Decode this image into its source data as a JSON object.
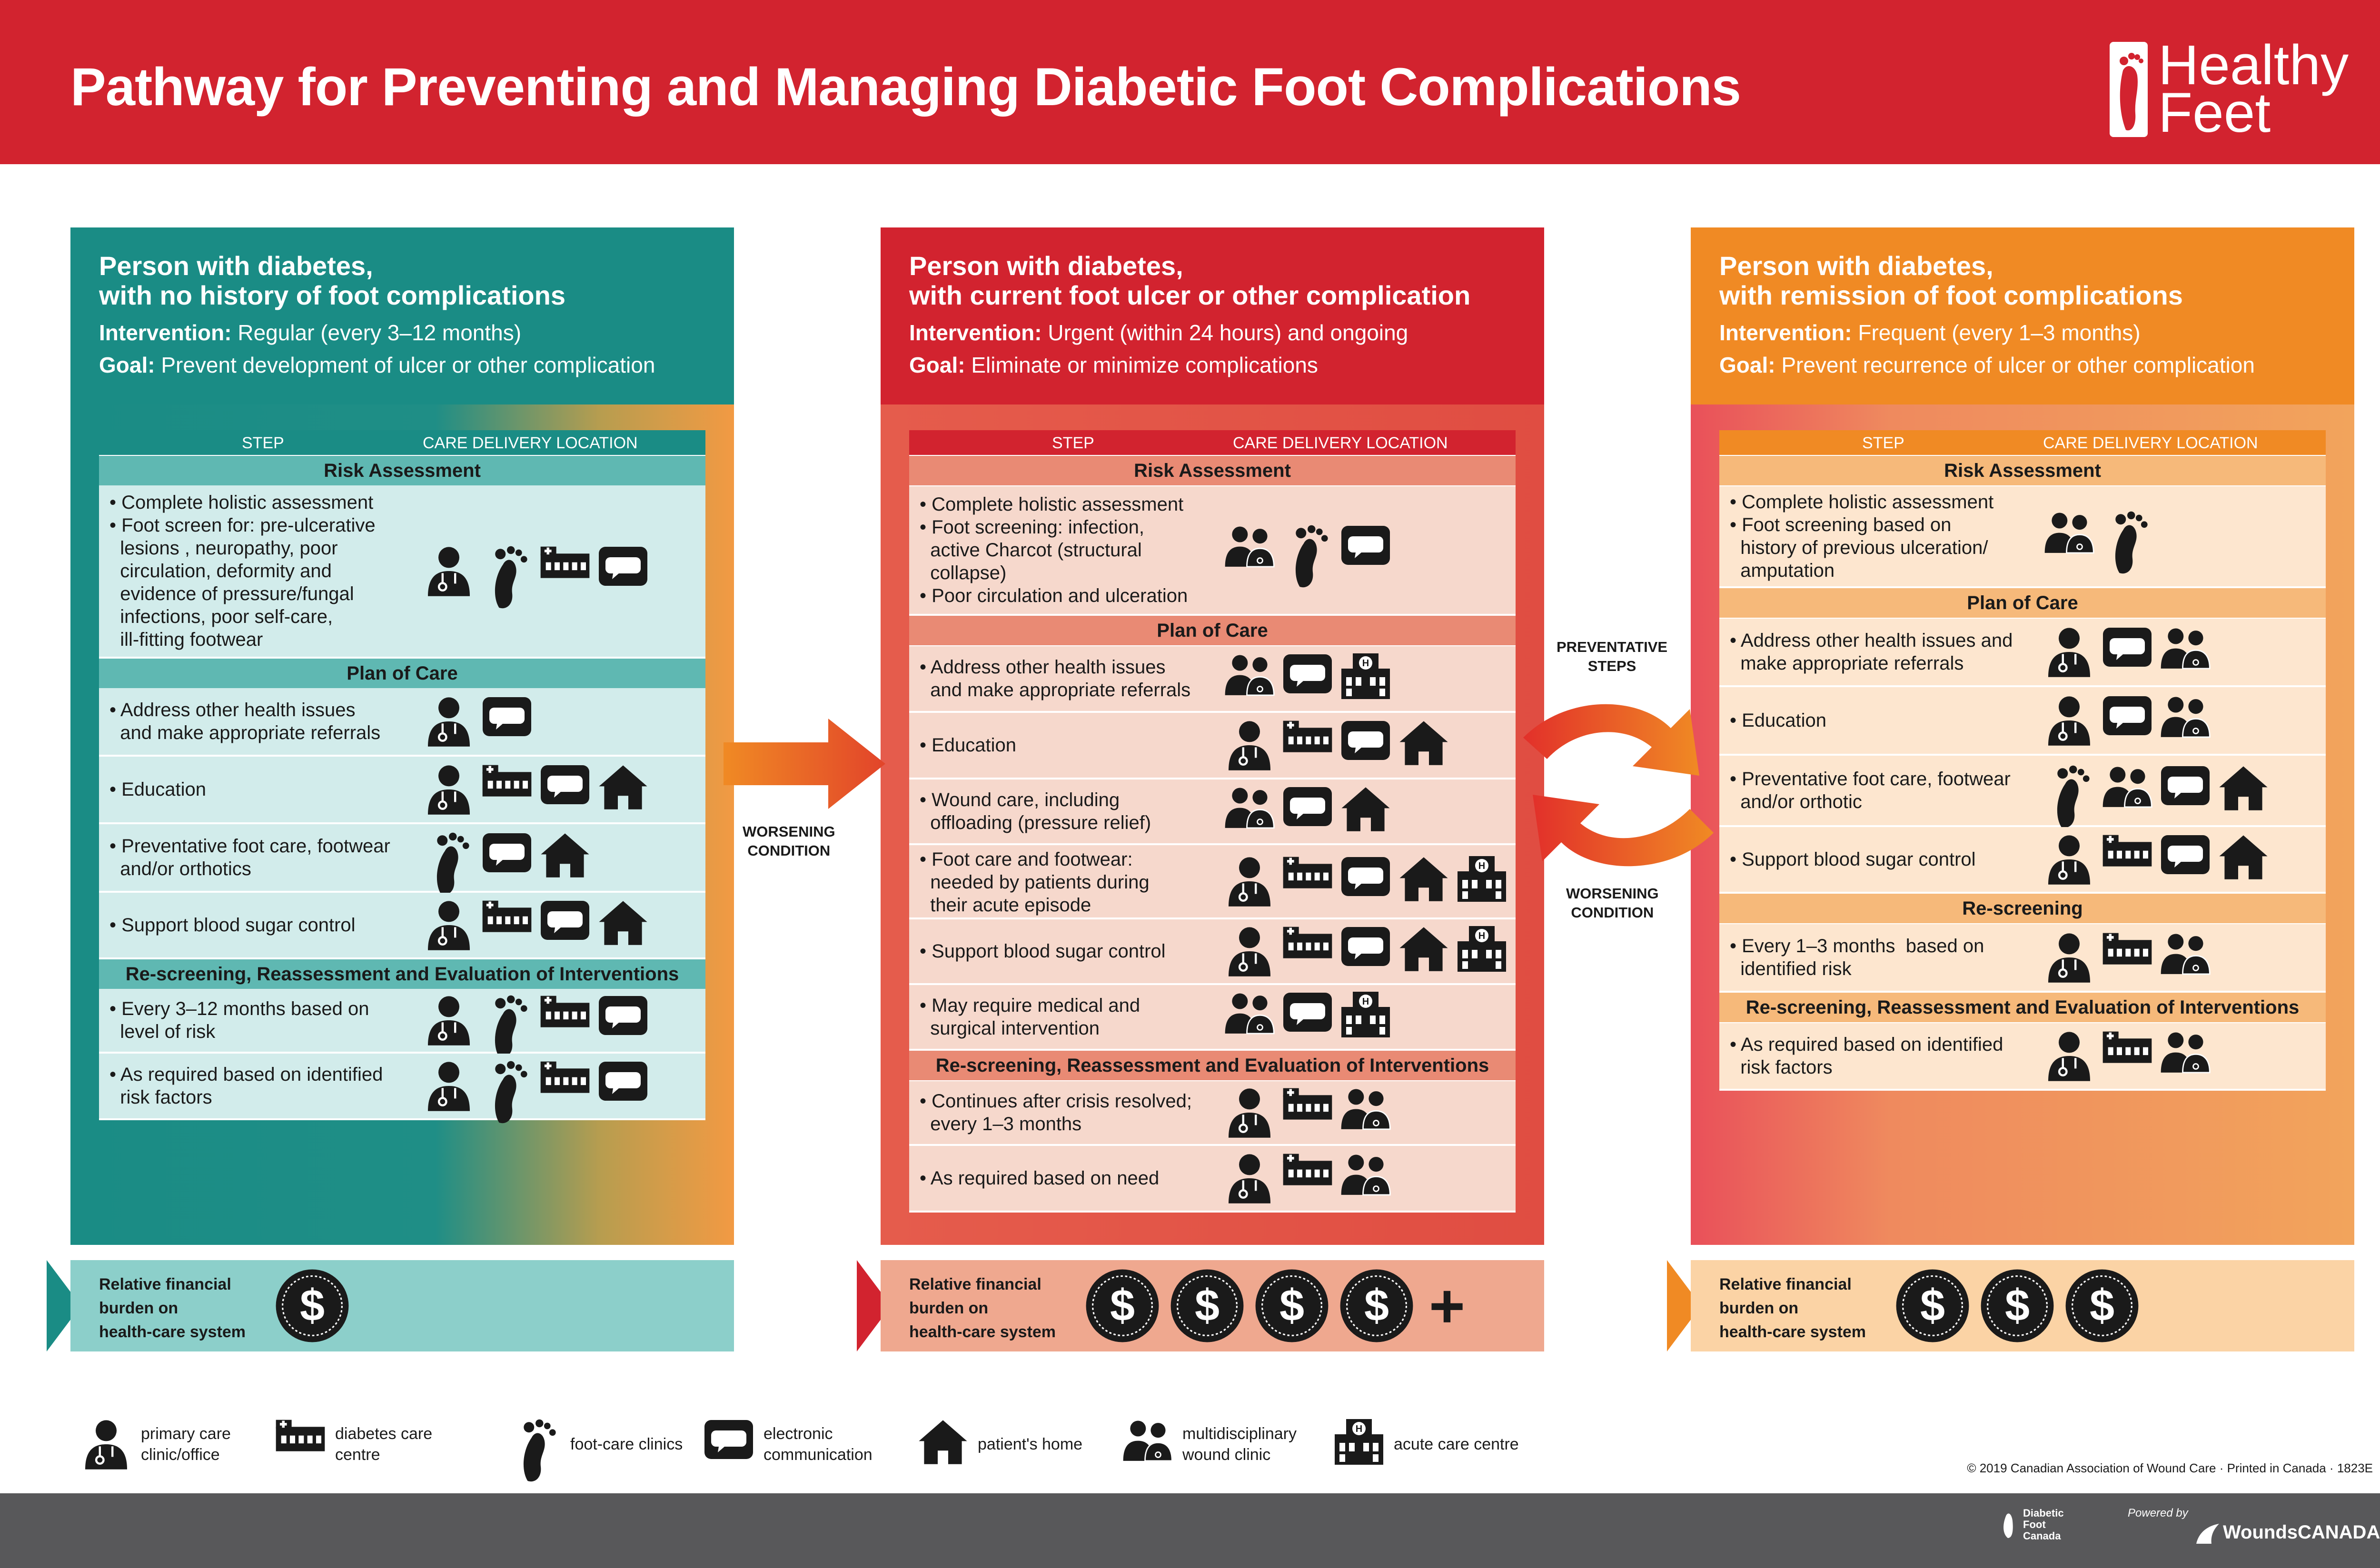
{
  "title": "Pathway for Preventing and Managing Diabetic Foot Complications",
  "logo": {
    "line1": "Healthy",
    "line2": "Feet"
  },
  "columns": [
    {
      "heading1": "Person with diabetes,",
      "heading2": "with no history of foot complications",
      "intervention_label": "Intervention:",
      "intervention": "Regular (every 3–12 months)",
      "goal_label": "Goal:",
      "goal": "Prevent development of ulcer or other complication",
      "col_step": "STEP",
      "col_location": "CARE DELIVERY LOCATION",
      "sections": [
        {
          "title": "Risk Assessment",
          "rows": [
            {
              "lines": [
                "• Complete holistic assessment",
                "• Foot screen for: pre-ulcerative",
                "  lesions , neuropathy, poor",
                "  circulation, deformity and",
                "  evidence of pressure/fungal",
                "  infections, poor self-care,",
                "  ill-fitting footwear"
              ],
              "icons": [
                "primary-care",
                "foot-care",
                "diabetes-centre",
                "electronic"
              ]
            }
          ]
        },
        {
          "title": "Plan of Care",
          "rows": [
            {
              "lines": [
                "• Address other health issues",
                "  and make appropriate referrals"
              ],
              "icons": [
                "primary-care",
                "electronic"
              ]
            },
            {
              "lines": [
                "• Education"
              ],
              "icons": [
                "primary-care",
                "diabetes-centre",
                "electronic",
                "home"
              ]
            },
            {
              "lines": [
                "• Preventative foot care, footwear",
                "  and/or orthotics"
              ],
              "icons": [
                "foot-care",
                "electronic",
                "home"
              ]
            },
            {
              "lines": [
                "• Support blood sugar control"
              ],
              "icons": [
                "primary-care",
                "diabetes-centre",
                "electronic",
                "home"
              ]
            }
          ]
        },
        {
          "title": "Re-screening, Reassessment and Evaluation of Interventions",
          "rows": [
            {
              "lines": [
                "• Every 3–12 months based on",
                "  level of risk"
              ],
              "icons": [
                "primary-care",
                "foot-care",
                "diabetes-centre",
                "electronic"
              ]
            },
            {
              "lines": [
                "• As required based on identified",
                "  risk factors"
              ],
              "icons": [
                "primary-care",
                "foot-care",
                "diabetes-centre",
                "electronic"
              ]
            }
          ]
        }
      ],
      "financial": [
        "Relative financial",
        "burden on",
        "health-care system"
      ],
      "coins": 1,
      "plus": ""
    },
    {
      "heading1": "Person with diabetes,",
      "heading2": "with current foot ulcer or other complication",
      "intervention_label": "Intervention:",
      "intervention": "Urgent (within 24 hours) and ongoing",
      "goal_label": "Goal:",
      "goal": "Eliminate or minimize complications",
      "col_step": "STEP",
      "col_location": "CARE DELIVERY LOCATION",
      "sections": [
        {
          "title": "Risk Assessment",
          "rows": [
            {
              "lines": [
                "• Complete holistic assessment",
                "• Foot screening: infection,",
                "  active Charcot (structural",
                "  collapse)",
                "• Poor circulation and ulceration"
              ],
              "icons": [
                "wound-clinic",
                "foot-care",
                "electronic"
              ]
            }
          ]
        },
        {
          "title": "Plan of Care",
          "rows": [
            {
              "lines": [
                "• Address other health issues",
                "  and make appropriate referrals"
              ],
              "icons": [
                "wound-clinic",
                "electronic",
                "acute-care"
              ]
            },
            {
              "lines": [
                "• Education"
              ],
              "icons": [
                "primary-care",
                "diabetes-centre",
                "electronic",
                "home"
              ]
            },
            {
              "lines": [
                "• Wound care, including",
                "  offloading (pressure relief)"
              ],
              "icons": [
                "wound-clinic",
                "electronic",
                "home"
              ]
            },
            {
              "lines": [
                "• Foot care and footwear:",
                "  needed by patients during",
                "  their acute episode"
              ],
              "icons": [
                "primary-care",
                "diabetes-centre",
                "electronic",
                "home",
                "acute-care"
              ]
            },
            {
              "lines": [
                "• Support blood sugar control"
              ],
              "icons": [
                "primary-care",
                "diabetes-centre",
                "electronic",
                "home",
                "acute-care"
              ]
            },
            {
              "lines": [
                "• May require medical and",
                "  surgical intervention"
              ],
              "icons": [
                "wound-clinic",
                "electronic",
                "acute-care"
              ]
            }
          ]
        },
        {
          "title": "Re-screening, Reassessment and Evaluation of Interventions",
          "rows": [
            {
              "lines": [
                "• Continues after crisis resolved;",
                "  every 1–3 months"
              ],
              "icons": [
                "primary-care",
                "diabetes-centre",
                "wound-clinic"
              ]
            },
            {
              "lines": [
                "• As required based on need"
              ],
              "icons": [
                "primary-care",
                "diabetes-centre",
                "wound-clinic"
              ]
            }
          ]
        }
      ],
      "financial": [
        "Relative financial",
        "burden on",
        "health-care system"
      ],
      "coins": 4,
      "plus": "+"
    },
    {
      "heading1": "Person with diabetes,",
      "heading2": "with remission of foot complications",
      "intervention_label": "Intervention:",
      "intervention": "Frequent (every 1–3 months)",
      "goal_label": "Goal:",
      "goal": "Prevent recurrence of ulcer or other complication",
      "col_step": "STEP",
      "col_location": "CARE DELIVERY LOCATION",
      "sections": [
        {
          "title": "Risk Assessment",
          "rows": [
            {
              "lines": [
                "• Complete holistic assessment",
                "• Foot screening based on",
                "  history of previous ulceration/",
                "  amputation"
              ],
              "icons": [
                "wound-clinic",
                "foot-care"
              ]
            }
          ]
        },
        {
          "title": "Plan of Care",
          "rows": [
            {
              "lines": [
                "• Address other health issues and",
                "  make appropriate referrals"
              ],
              "icons": [
                "primary-care",
                "electronic",
                "wound-clinic"
              ]
            },
            {
              "lines": [
                "• Education"
              ],
              "icons": [
                "primary-care",
                "electronic",
                "wound-clinic"
              ]
            },
            {
              "lines": [
                "• Preventative foot care, footwear",
                "  and/or orthotic"
              ],
              "icons": [
                "foot-care",
                "wound-clinic",
                "electronic",
                "home"
              ]
            },
            {
              "lines": [
                "• Support blood sugar control"
              ],
              "icons": [
                "primary-care",
                "diabetes-centre",
                "electronic",
                "home"
              ]
            }
          ]
        },
        {
          "title": "Re-screening",
          "rows": [
            {
              "lines": [
                "• Every 1–3 months  based on",
                "  identified risk"
              ],
              "icons": [
                "primary-care",
                "diabetes-centre",
                "wound-clinic"
              ]
            }
          ]
        },
        {
          "title": "Re-screening, Reassessment and Evaluation of Interventions",
          "rows": [
            {
              "lines": [
                "• As required based on identified",
                "  risk factors"
              ],
              "icons": [
                "primary-care",
                "diabetes-centre",
                "wound-clinic"
              ]
            }
          ]
        }
      ],
      "financial": [
        "Relative financial",
        "burden on",
        "health-care system"
      ],
      "coins": 3,
      "plus": ""
    }
  ],
  "arrows": {
    "worsening1": [
      "WORSENING",
      "CONDITION"
    ],
    "preventative": [
      "PREVENTATIVE",
      "STEPS"
    ],
    "worsening2": [
      "WORSENING",
      "CONDITION"
    ]
  },
  "legend": [
    {
      "icon": "primary-care",
      "lines": [
        "primary care",
        "clinic/office"
      ]
    },
    {
      "icon": "diabetes-centre",
      "lines": [
        "diabetes care",
        "centre"
      ]
    },
    {
      "icon": "foot-care",
      "lines": [
        "foot-care clinics"
      ]
    },
    {
      "icon": "electronic",
      "lines": [
        "electronic",
        "communication"
      ]
    },
    {
      "icon": "home",
      "lines": [
        "patient's home"
      ]
    },
    {
      "icon": "wound-clinic",
      "lines": [
        "multidisciplinary",
        "wound clinic"
      ]
    },
    {
      "icon": "acute-care",
      "lines": [
        "acute care centre"
      ]
    }
  ],
  "copyright": "© 2019 Canadian Association of Wound Care · Printed in Canada · 1823E",
  "footer": {
    "dfc": [
      "Diabetic",
      "Foot",
      "Canada"
    ],
    "powered": "Powered by",
    "wounds": "WoundsCANADA"
  },
  "colors": {
    "teal": "#1a8c85",
    "red": "#d2232f",
    "orange": "#f08a24",
    "dark": "#1a1a1a"
  }
}
